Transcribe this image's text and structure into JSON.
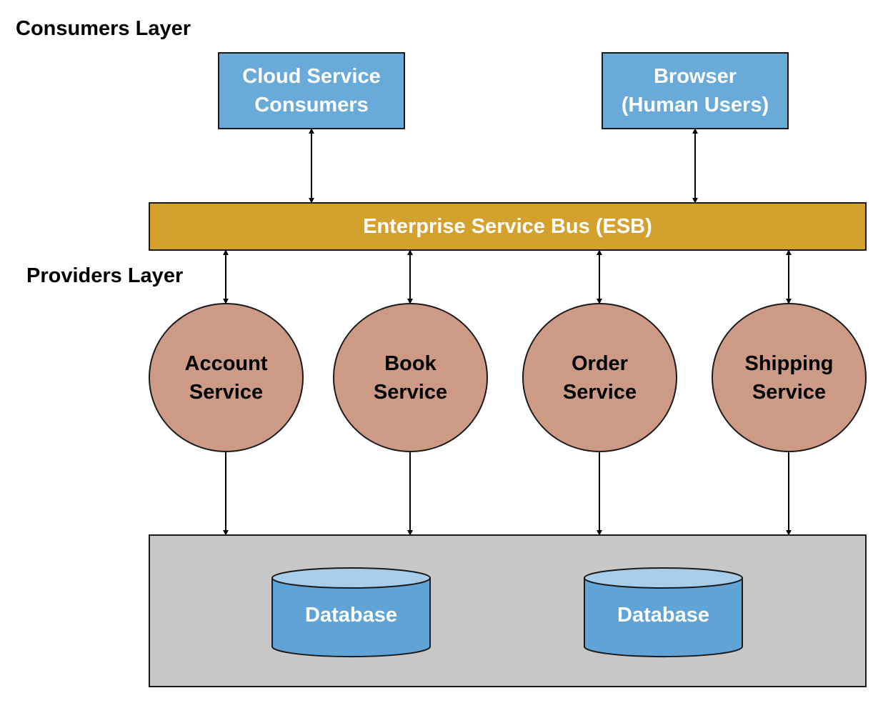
{
  "labels": {
    "consumers_layer": "Consumers Layer",
    "providers_layer": "Providers Layer"
  },
  "consumers": [
    {
      "line1": "Cloud Service",
      "line2": "Consumers"
    },
    {
      "line1": "Browser",
      "line2": "(Human Users)"
    }
  ],
  "esb": {
    "label": "Enterprise Service Bus (ESB)"
  },
  "services": [
    {
      "line1": "Account",
      "line2": "Service"
    },
    {
      "line1": "Book",
      "line2": "Service"
    },
    {
      "line1": "Order",
      "line2": "Service"
    },
    {
      "line1": "Shipping",
      "line2": "Service"
    }
  ],
  "databases": [
    {
      "label": "Database"
    },
    {
      "label": "Database"
    }
  ],
  "colors": {
    "consumer_fill": "#6aaad8",
    "esb_fill": "#d4a12e",
    "service_fill": "#cd9a86",
    "storage_fill": "#c8c7c8",
    "db_top": "#a8cdea",
    "db_body": "#5fa3d7",
    "stroke": "#1a1a1a"
  }
}
